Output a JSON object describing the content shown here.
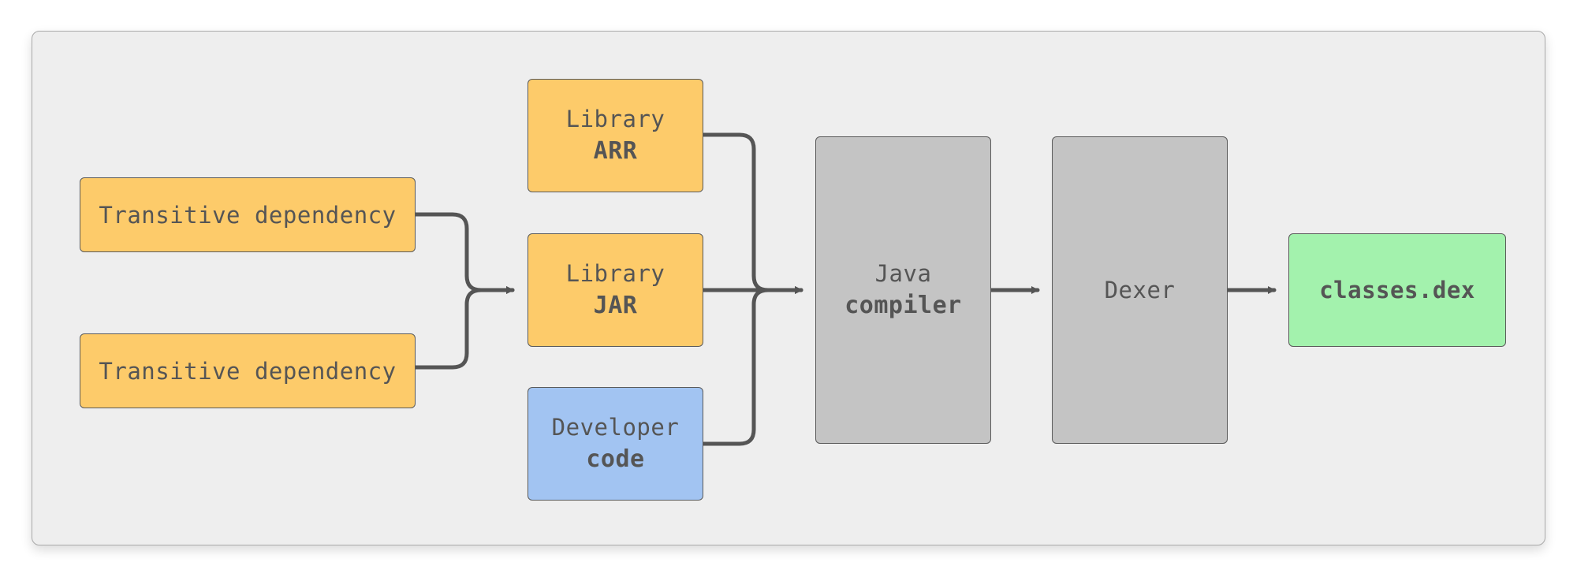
{
  "diagram": {
    "nodes": {
      "transitive_dependency_1": {
        "text": "Transitive dependency"
      },
      "transitive_dependency_2": {
        "text": "Transitive dependency"
      },
      "library_arr": {
        "line1": "Library",
        "line2": "ARR"
      },
      "library_jar": {
        "line1": "Library",
        "line2": "JAR"
      },
      "developer_code": {
        "line1": "Developer",
        "line2": "code"
      },
      "java_compiler": {
        "line1": "Java",
        "line2": "compiler"
      },
      "dexer": {
        "text": "Dexer"
      },
      "classes_dex": {
        "text": "classes.dex"
      }
    },
    "edges": [
      {
        "from": "Transitive dependency",
        "to": "Library JAR"
      },
      {
        "from": "Transitive dependency",
        "to": "Library JAR"
      },
      {
        "from": "Library ARR",
        "to": "Java compiler"
      },
      {
        "from": "Library JAR",
        "to": "Java compiler"
      },
      {
        "from": "Developer code",
        "to": "Java compiler"
      },
      {
        "from": "Java compiler",
        "to": "Dexer"
      },
      {
        "from": "Dexer",
        "to": "classes.dex"
      }
    ]
  },
  "colors": {
    "library_fill": "#fdcb6a",
    "developer_fill": "#a2c4f2",
    "tool_fill": "#c4c4c4",
    "output_fill": "#a3f2ad",
    "connector": "#555555",
    "panel": "#eeeeee"
  }
}
